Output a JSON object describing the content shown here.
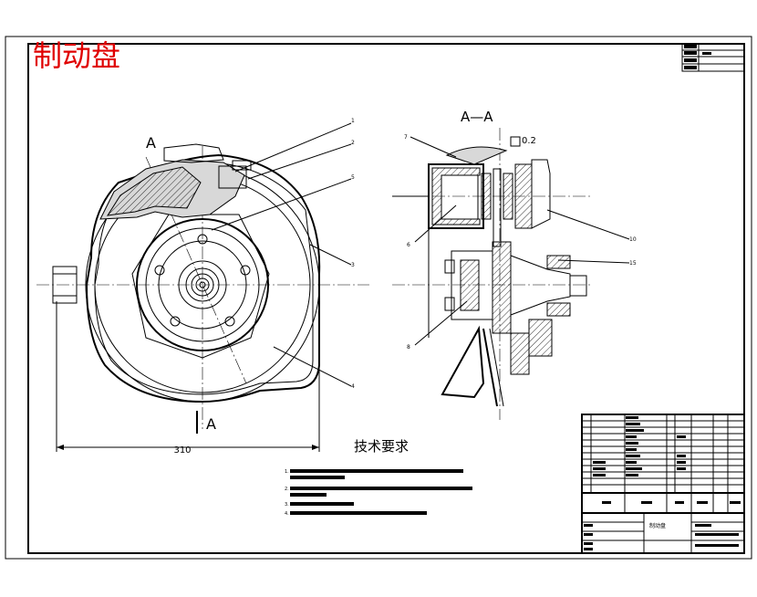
{
  "drawing": {
    "title": "制动盘",
    "title_color": "#e00000",
    "section_label": "A—A",
    "view_marker_top": "A",
    "view_marker_bottom": "A",
    "dimension_width": "310",
    "tolerance_value": "0.2",
    "tech_requirements_heading": "技术要求",
    "tech_requirements_lines": [
      "1.",
      "2.",
      "3.",
      "4."
    ],
    "front_view_labels": [
      "1",
      "2",
      "5",
      "3",
      "4"
    ],
    "section_view_labels": [
      "7",
      "6",
      "8",
      "10",
      "15"
    ],
    "title_block": {
      "drawing_name": "制动盘"
    }
  }
}
